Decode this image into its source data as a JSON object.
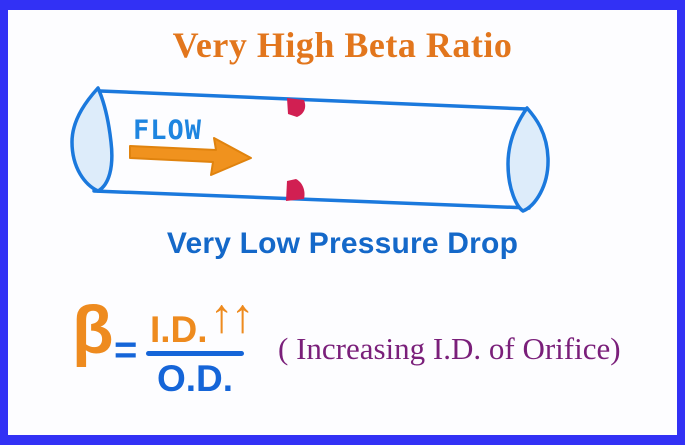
{
  "title": "Very High Beta Ratio",
  "diagram": {
    "flow_label": "FLOW",
    "caption": "Very Low Pressure Drop"
  },
  "formula": {
    "beta": "β",
    "equals": "=",
    "numerator": "I.D.",
    "arrows": "↑↑",
    "denominator": "O.D.",
    "note": "( Increasing I.D. of Orifice)"
  },
  "colors": {
    "border": "#3231f5",
    "title_orange": "#e2761d",
    "pipe_blue": "#1b79dd",
    "flow_blue": "#1e85e0",
    "arrow_orange": "#f0921e",
    "arrow_edge": "#e0830e",
    "orifice_crimson": "#d11f52",
    "caption_blue": "#1468c9",
    "formula_orange": "#ee8b1f",
    "formula_blue": "#1565d8",
    "note_purple": "#7a1f7a",
    "cap_fill": "#ddecfa",
    "bg": "#fdfdff"
  }
}
